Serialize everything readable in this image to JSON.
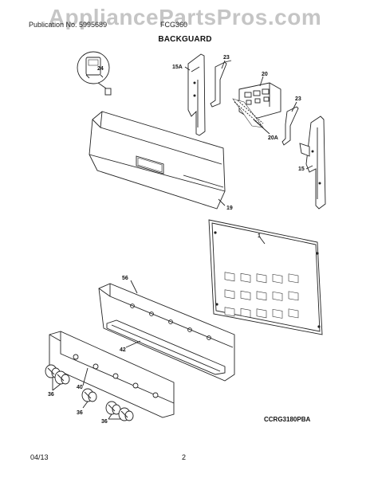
{
  "watermark": "AppliancePartsPros.com",
  "header": {
    "left_text": "Publication No. 5995689",
    "model_text": "FCG360",
    "title": "BACKGUARD"
  },
  "callouts": {
    "c24": "24",
    "c15a": "15A",
    "c23a": "23",
    "c20": "20",
    "c23b": "23",
    "c20a": "20A",
    "c15": "15",
    "c19": "19",
    "c1": "1",
    "c56": "56",
    "c42": "42",
    "c36a": "36",
    "c40": "40",
    "c36b": "36",
    "c36c": "36"
  },
  "diagram_code": "CCRG3180PBA",
  "footer": {
    "date": "04/13",
    "page": "2"
  }
}
